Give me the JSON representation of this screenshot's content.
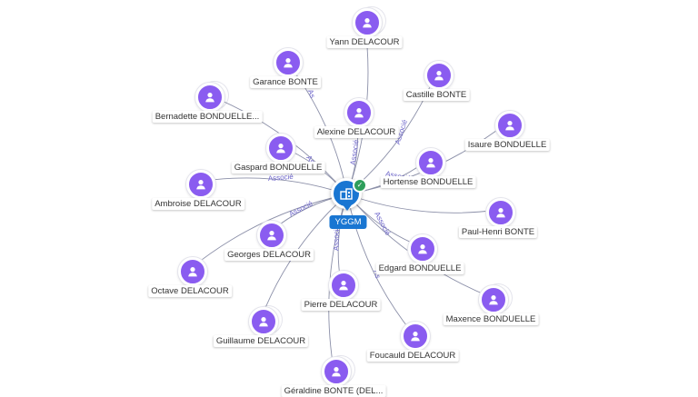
{
  "center": {
    "label": "YGGM",
    "icon": "building-icon",
    "status_icon": "check-icon"
  },
  "colors": {
    "accent": "#1976d2",
    "node": "#8a5cf0",
    "edge": "#8b8fa8",
    "edge_label": "#6b63c9",
    "verified": "#2e9e5b"
  },
  "edge_label": "Associé",
  "edge_label_short": "As",
  "people": [
    {
      "id": "yann",
      "name": "Yann DELACOUR"
    },
    {
      "id": "garance",
      "name": "Garance BONTE"
    },
    {
      "id": "bernadette",
      "name": "Bernadette BONDUELLE..."
    },
    {
      "id": "castille",
      "name": "Castille BONTE"
    },
    {
      "id": "alexine",
      "name": "Alexine DELACOUR"
    },
    {
      "id": "isaure",
      "name": "Isaure BONDUELLE"
    },
    {
      "id": "gaspard",
      "name": "Gaspard BONDUELLE"
    },
    {
      "id": "hortense",
      "name": "Hortense BONDUELLE"
    },
    {
      "id": "ambroise",
      "name": "Ambroise DELACOUR"
    },
    {
      "id": "paulhenri",
      "name": "Paul-Henri BONTE"
    },
    {
      "id": "georges",
      "name": "Georges DELACOUR"
    },
    {
      "id": "edgard",
      "name": "Edgard BONDUELLE"
    },
    {
      "id": "octave",
      "name": "Octave DELACOUR"
    },
    {
      "id": "pierre",
      "name": "Pierre DELACOUR"
    },
    {
      "id": "maxence",
      "name": "Maxence BONDUELLE"
    },
    {
      "id": "guillaume",
      "name": "Guillaume DELACOUR"
    },
    {
      "id": "foucauld",
      "name": "Foucauld DELACOUR"
    },
    {
      "id": "geraldine",
      "name": "Géraldine BONTE (DEL..."
    }
  ]
}
